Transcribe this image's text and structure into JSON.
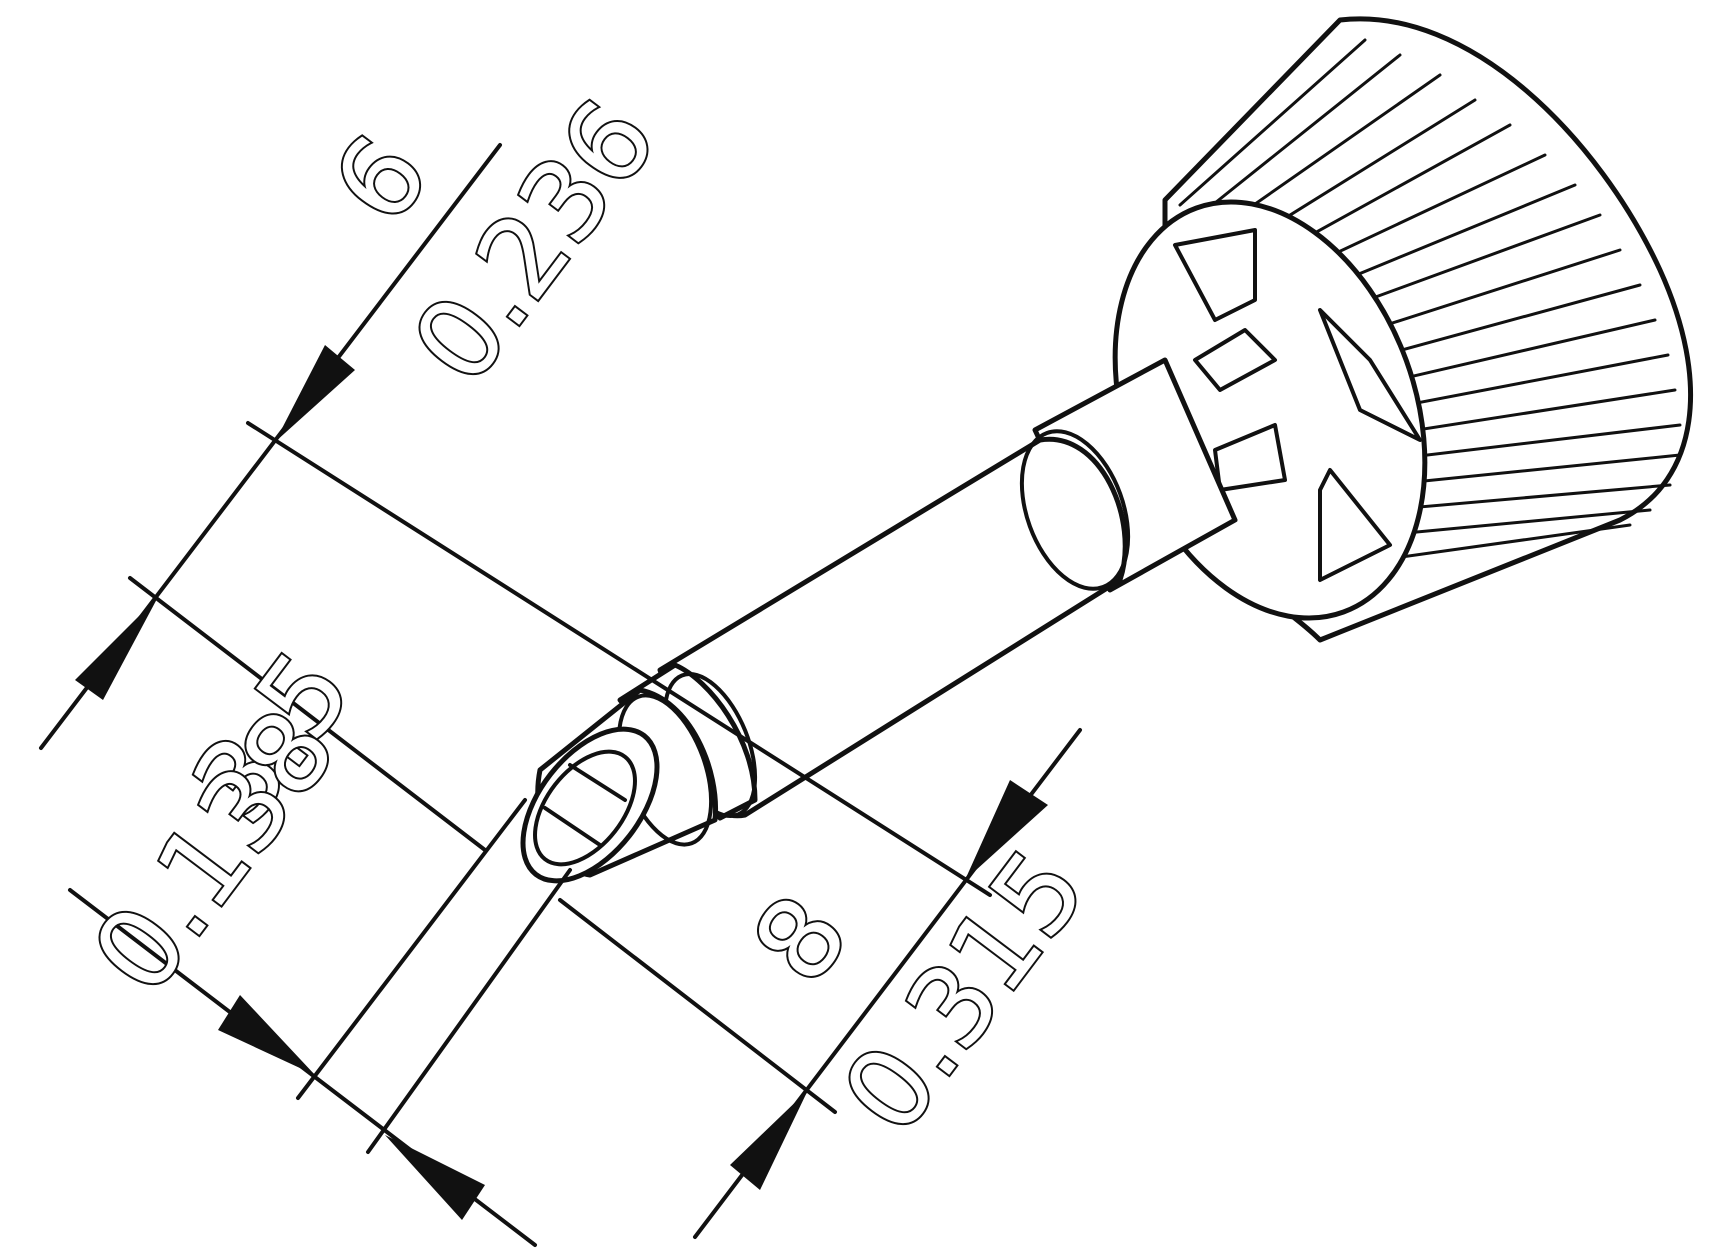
{
  "dimensions": {
    "body_diameter": {
      "metric": "6",
      "imperial": "0.236"
    },
    "length": {
      "metric": "8",
      "imperial": "0.315"
    },
    "tip_width": {
      "metric": "3.5",
      "imperial": "0.138"
    }
  },
  "colors": {
    "line": "#111111",
    "background": "#ffffff"
  }
}
